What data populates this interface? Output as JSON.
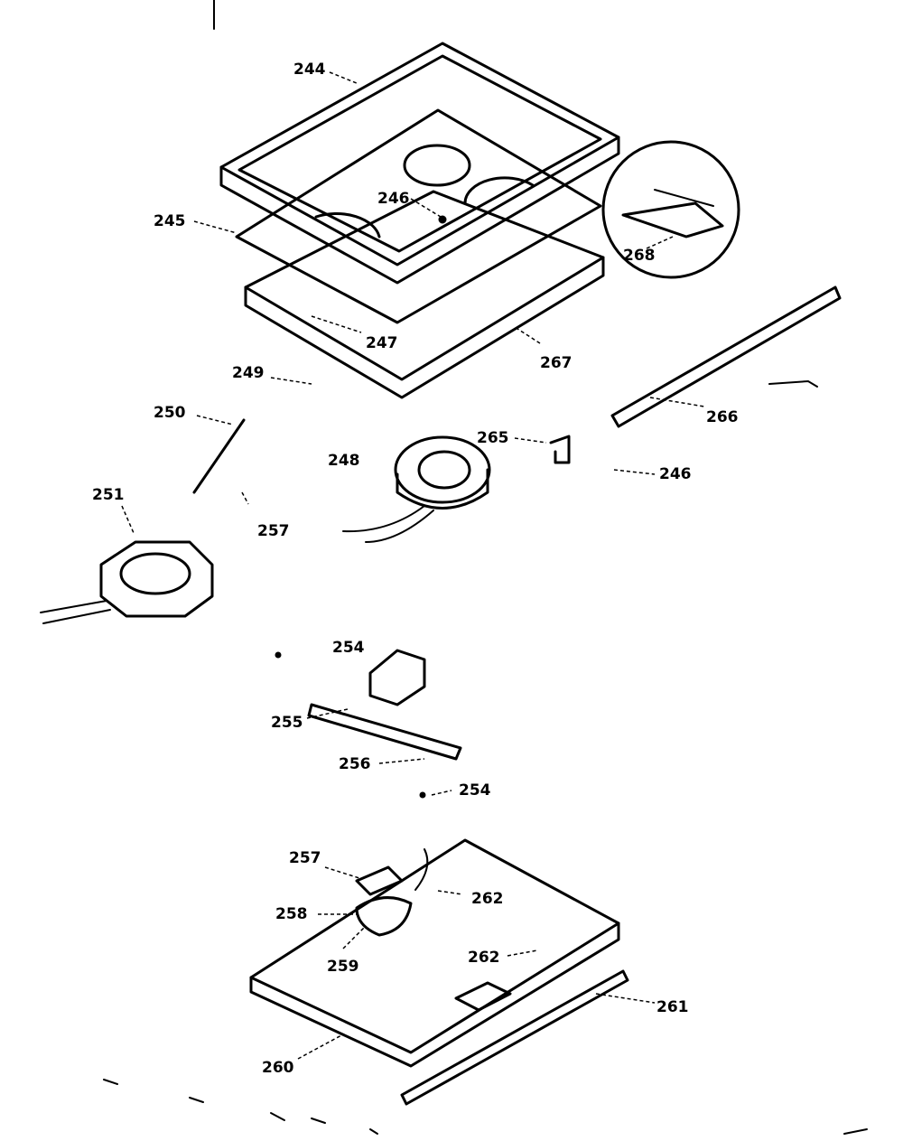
{
  "labels": {
    "l244": "244",
    "l245": "245",
    "l246a": "246",
    "l246b": "246",
    "l247": "247",
    "l248": "248",
    "l249": "249",
    "l250": "250",
    "l251": "251",
    "l254a": "254",
    "l254b": "254",
    "l255": "255",
    "l256": "256",
    "l257a": "257",
    "l257b": "257",
    "l258": "258",
    "l259": "259",
    "l260": "260",
    "l261": "261",
    "l262a": "262",
    "l262b": "262",
    "l265": "265",
    "l266": "266",
    "l267": "267",
    "l268": "268"
  },
  "colors": {
    "ink": "#000000",
    "paper": "#ffffff"
  }
}
